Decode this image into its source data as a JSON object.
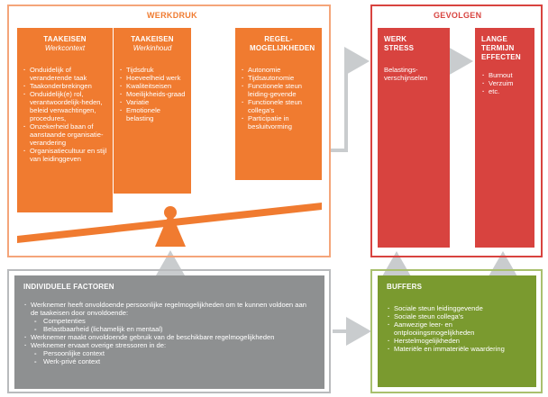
{
  "werkdruk": {
    "title": "WERKDRUK",
    "taakeisen_context": {
      "title": "TAAKEISEN",
      "subtitle": "Werkcontext",
      "items": [
        "Onduidelijk of veranderende taak",
        "Taakonderbrekingen",
        "Onduidelijk(e) rol, verantwoordelijk-heden, beleid verwachtingen, procedures,",
        "Onzekerheid baan of aanstaande organisatie-verandering",
        "Organisatiecultuur en stijl van leidinggeven"
      ]
    },
    "taakeisen_inhoud": {
      "title": "TAAKEISEN",
      "subtitle": "Werkinhoud",
      "items": [
        "Tijdsdruk",
        "Hoeveelheid werk",
        "Kwaliteitseisen",
        "Moeilijkheids-graad",
        "Variatie",
        "Emotionele belasting"
      ]
    },
    "regelmogelijkheden": {
      "title": "REGEL-MOGELIJKHEDEN",
      "items": [
        "Autonomie",
        "Tijdsautonomie",
        "Functionele steun leiding-gevende",
        "Functionele steun collega's",
        "Participatie in besluitvorming"
      ]
    }
  },
  "gevolgen": {
    "title": "GEVOLGEN",
    "werkstress": {
      "title": "WERK STRESS",
      "text": "Belastings-verschijnselen"
    },
    "lange_termijn": {
      "title": "LANGE TERMIJN EFFECTEN",
      "items": [
        "Burnout",
        "Verzuim",
        "etc."
      ]
    }
  },
  "individuele_factoren": {
    "title": "INDIVIDUELE FACTOREN",
    "lines": [
      {
        "type": "bullet",
        "text": "Werknemer heeft onvoldoende persoonlijke regelmogelijkheden om te kunnen voldoen aan de taakeisen door onvoldoende:"
      },
      {
        "type": "dash",
        "text": "Competenties"
      },
      {
        "type": "dash",
        "text": "Belastbaarheid (lichamelijk en mentaal)"
      },
      {
        "type": "bullet",
        "text": "Werknemer maakt onvoldoende gebruik van de beschikbare regelmogelijkheden"
      },
      {
        "type": "bullet",
        "text": "Werknemer ervaart overige stressoren in de:"
      },
      {
        "type": "dash",
        "text": "Persoonlijke context"
      },
      {
        "type": "dash",
        "text": "Werk-privé context"
      }
    ]
  },
  "buffers": {
    "title": "BUFFERS",
    "items": [
      "Sociale steun leidinggevende",
      "Sociale steun collega's",
      "Aanwezige leer- en ontplooiingsmogelijkheden",
      "Herstelmogelijkheden",
      "Materiële en immateriële waardering"
    ]
  },
  "colors": {
    "orange": "#f07b30",
    "orange_frame": "#f4a57a",
    "red": "#d8433f",
    "red_frame": "#d8433f",
    "grey": "#8e9091",
    "green": "#7a9a2f",
    "arrow": "#c9ccce"
  }
}
